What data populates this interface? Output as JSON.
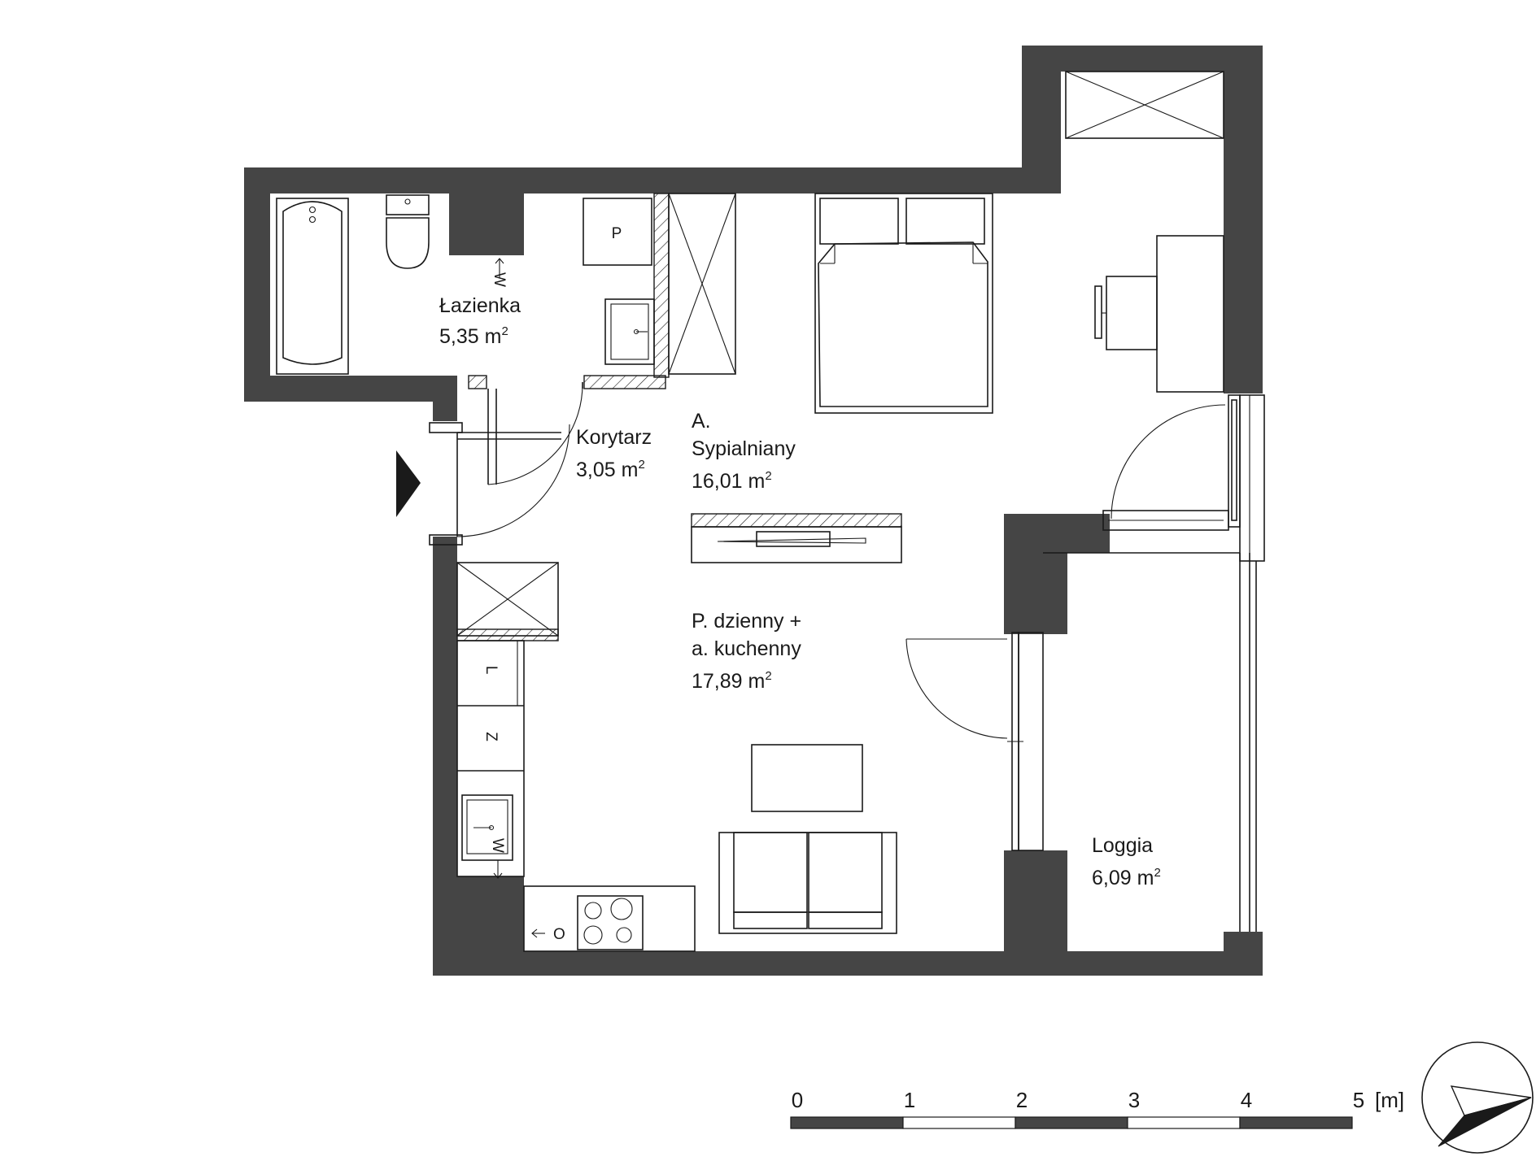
{
  "rooms": {
    "bathroom": {
      "name": "Łazienka",
      "area": "5,35 m",
      "sup": "2"
    },
    "corridor": {
      "name": "Korytarz",
      "area": "3,05 m",
      "sup": "2"
    },
    "sleeping": {
      "line1": "A.",
      "line2": "Sypialniany",
      "area": "16,01 m",
      "sup": "2"
    },
    "living": {
      "line1": "P. dzienny +",
      "line2": "a. kuchenny",
      "area": "17,89 m",
      "sup": "2"
    },
    "loggia": {
      "name": "Loggia",
      "area": "6,09 m",
      "sup": "2"
    }
  },
  "fixtures": {
    "boiler": "P",
    "fridge": "L",
    "freezer": "Z",
    "water_bath": "W",
    "water_kitchen": "W",
    "oven": "O"
  },
  "scale": {
    "ticks": [
      "0",
      "1",
      "2",
      "3",
      "4",
      "5"
    ],
    "unit": "[m]"
  },
  "colors": {
    "wall": "#454545",
    "line": "#1a1a1a",
    "background": "#ffffff"
  }
}
